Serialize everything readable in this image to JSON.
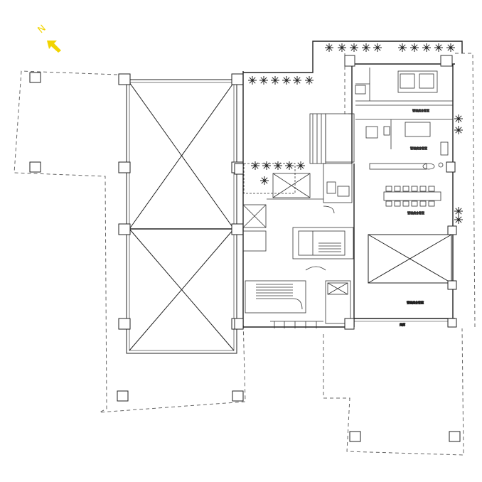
{
  "drawing": {
    "north_marker": "N",
    "room_labels": [
      "管理處會客室",
      "管理處會客室",
      "管理處會客室",
      "管理處會客室"
    ],
    "corridor_label": "走廊"
  },
  "colors": {
    "line": "#222222",
    "dash": "#666666",
    "north": "#f2d400",
    "background": "#ffffff"
  },
  "icons": {
    "plant": "plant-icon",
    "north_arrow": "north-arrow-icon"
  }
}
